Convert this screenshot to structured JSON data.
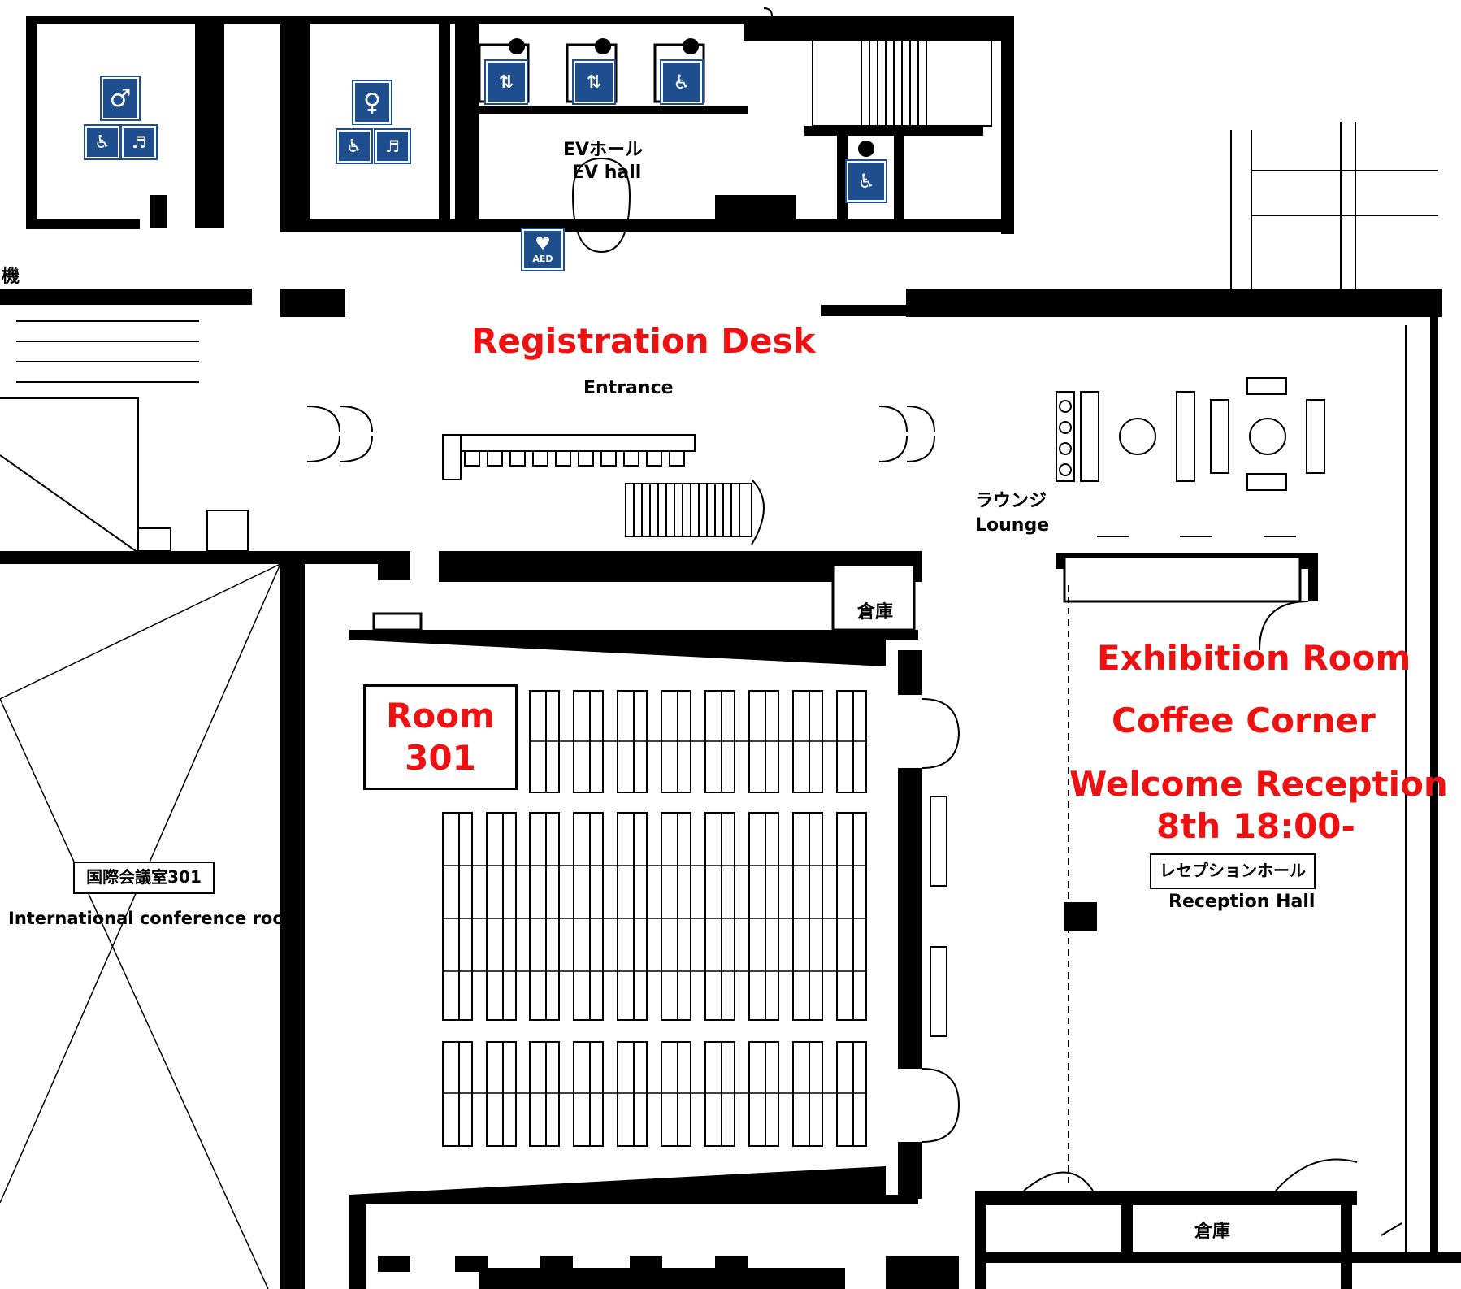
{
  "colors": {
    "wall": "#000000",
    "highlight": "#ee1111",
    "sign": "#1f4e8f"
  },
  "top": {
    "ev_hall_jp": "EVホール",
    "ev_hall_en": "EV hall",
    "aed": "AED",
    "wc": "WC",
    "machine_partial": "機"
  },
  "registration": {
    "title": "Registration Desk",
    "entrance": "Entrance"
  },
  "lounge": {
    "jp": "ラウンジ",
    "en": "Lounge"
  },
  "storage_jp": "倉庫",
  "room301": {
    "line1": "Room",
    "line2": "301"
  },
  "intl_room": {
    "jp": "国際会議室301",
    "en": "International conference room"
  },
  "exhibition": {
    "title": "Exhibition Room",
    "coffee": "Coffee Corner",
    "welcome": "Welcome Reception",
    "time": "8th 18:00-",
    "hall_jp": "レセプションホール",
    "hall_en": "Reception Hall"
  },
  "icons": [
    "elevator-icon",
    "wheelchair-icon",
    "male-restroom-icon",
    "female-restroom-icon",
    "baby-care-icon",
    "aed-icon"
  ]
}
